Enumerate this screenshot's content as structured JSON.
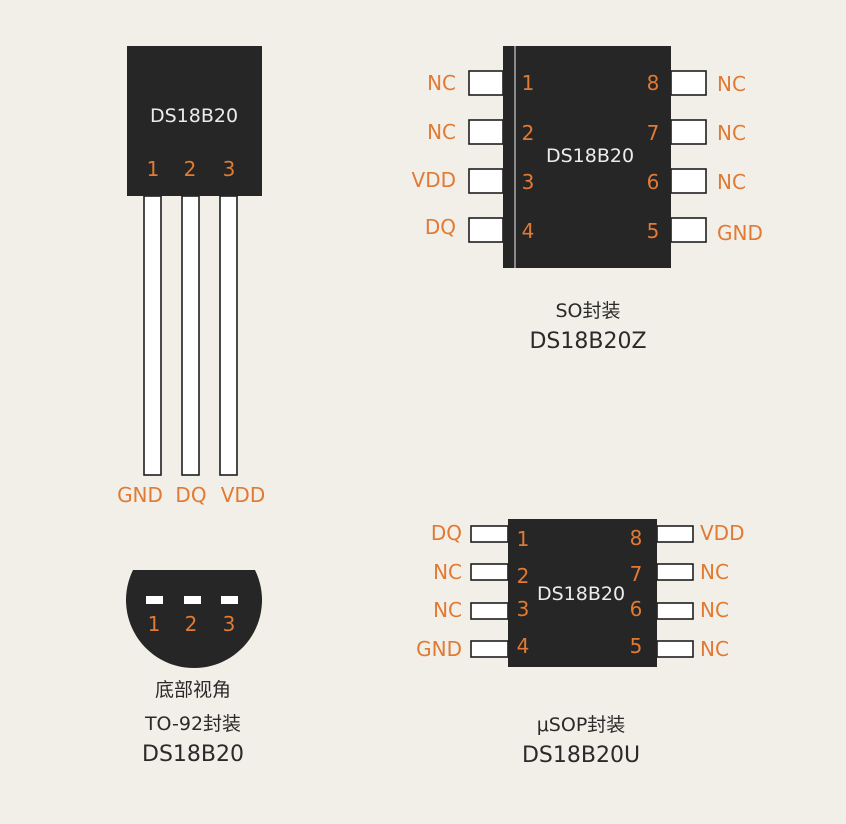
{
  "to92": {
    "chip_label": "DS18B20",
    "pin_numbers": [
      "1",
      "2",
      "3"
    ],
    "pin_names": [
      "GND",
      "DQ",
      "VDD"
    ],
    "bottom_pin_numbers": [
      "1",
      "2",
      "3"
    ],
    "bottom_view_label": "底部视角",
    "package_label": "TO-92封装",
    "part_label": "DS18B20"
  },
  "so8": {
    "chip_label": "DS18B20",
    "left_pin_numbers": [
      "1",
      "2",
      "3",
      "4"
    ],
    "left_pin_names": [
      "NC",
      "NC",
      "VDD",
      "DQ"
    ],
    "right_pin_numbers": [
      "8",
      "7",
      "6",
      "5"
    ],
    "right_pin_names": [
      "NC",
      "NC",
      "NC",
      "GND"
    ],
    "package_label": "SO封装",
    "part_label": "DS18B20Z"
  },
  "usop": {
    "chip_label": "DS18B20",
    "left_pin_numbers": [
      "1",
      "2",
      "3",
      "4"
    ],
    "left_pin_names": [
      "DQ",
      "NC",
      "NC",
      "GND"
    ],
    "right_pin_numbers": [
      "8",
      "7",
      "6",
      "5"
    ],
    "right_pin_names": [
      "VDD",
      "NC",
      "NC",
      "NC"
    ],
    "package_label": "μSOP封装",
    "part_label": "DS18B20U"
  },
  "colors": {
    "background": "#f2efe8",
    "chip_body": "#262626",
    "pin_label": "#e07a34",
    "chip_text": "#ececec"
  }
}
